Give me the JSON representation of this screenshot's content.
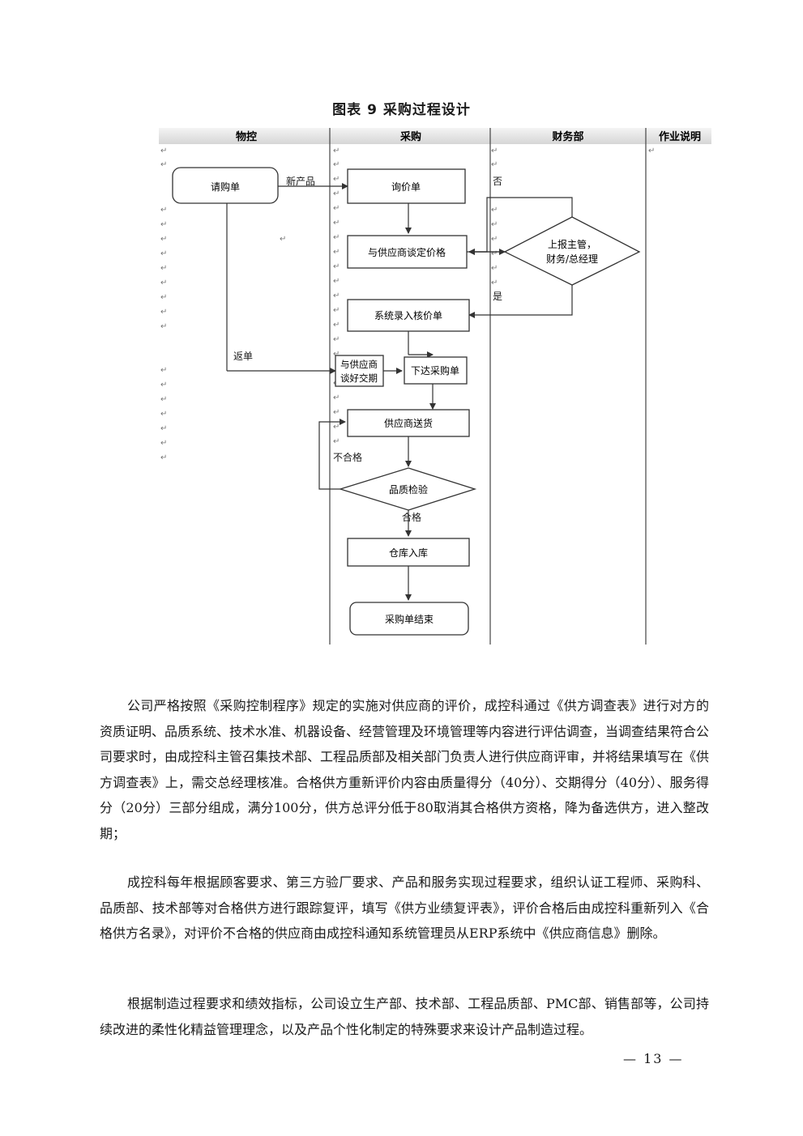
{
  "caption": "图表 9 采购过程设计",
  "flowchart": {
    "lanes": [
      "物控",
      "采购",
      "财务部",
      "作业说明"
    ],
    "nodes": {
      "request": "请购单",
      "inquiry": "询价单",
      "negotiate_price": "与供应商谈定价格",
      "report_line1": "上报主管，",
      "report_line2": "财务/总经理",
      "system_entry": "系统录入核价单",
      "delivery_line1": "与供应商",
      "delivery_line2": "谈好交期",
      "issue_po": "下达采购单",
      "supplier_delivery": "供应商送货",
      "quality_check": "品质检验",
      "warehouse_in": "仓库入库",
      "po_end": "采购单结束"
    },
    "edge_labels": {
      "new_product": "新产品",
      "return_order": "返单",
      "no": "否",
      "yes": "是",
      "unqualified": "不合格",
      "qualified": "合格"
    },
    "para_mark": "↵"
  },
  "paragraphs": [
    "公司严格按照《采购控制程序》规定的实施对供应商的评价，成控科通过《供方调查表》进行对方的资质证明、品质系统、技术水准、机器设备、经营管理及环境管理等内容进行评估调查，当调查结果符合公司要求时，由成控科主管召集技术部、工程品质部及相关部门负责人进行供应商评审，并将结果填写在《供方调查表》上，需交总经理核准。合格供方重新评价内容由质量得分（40分）、交期得分（40分）、服务得分（20分）三部分组成，满分100分，供方总评分低于80取消其合格供方资格，降为备选供方，进入整改期；",
    "成控科每年根据顾客要求、第三方验厂要求、产品和服务实现过程要求，组织认证工程师、采购科、品质部、技术部等对合格供方进行跟踪复评，填写《供方业绩复评表》，评价合格后由成控科重新列入《合格供方名录》，对评价不合格的供应商由成控科通知系统管理员从ERP系统中《供应商信息》删除。",
    "根据制造过程要求和绩效指标，公司设立生产部、技术部、工程品质部、PMC部、销售部等，公司持续改进的柔性化精益管理理念，以及产品个性化制定的特殊要求来设计产品制造过程。"
  ],
  "page_number": "— 13 —"
}
